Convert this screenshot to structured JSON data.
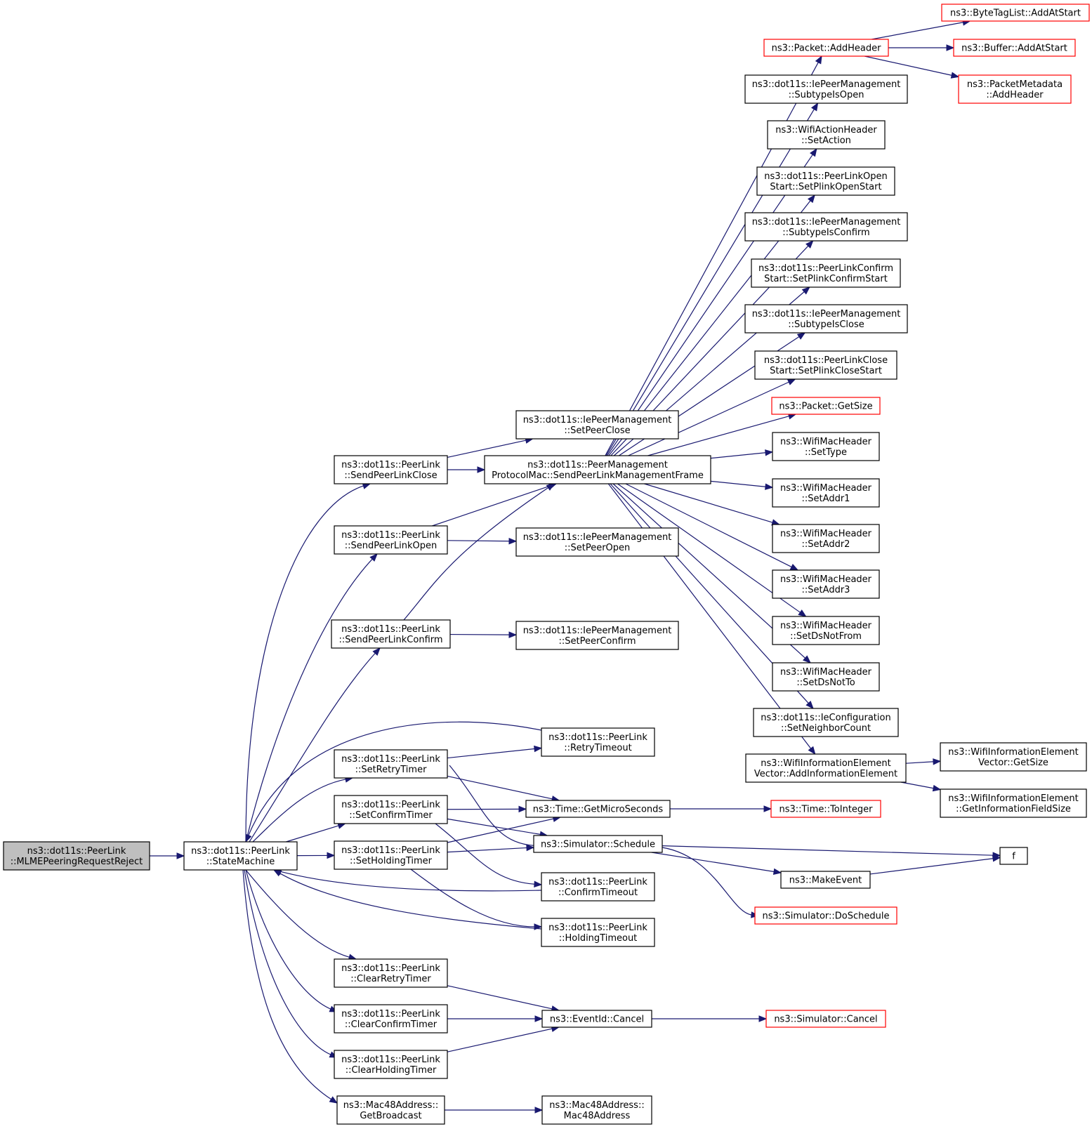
{
  "colors": {
    "edge": "#191970",
    "node_border": "#000000",
    "node_border_external": "#ff0000",
    "node_fill": "#ffffff",
    "root_fill": "#bfbfbf"
  },
  "nodes": {
    "mlme_reject": {
      "lines": [
        "ns3::dot11s::PeerLink",
        "::MLMEPeeringRequestReject"
      ],
      "style": "root"
    },
    "state_machine": {
      "lines": [
        "ns3::dot11s::PeerLink",
        "::StateMachine"
      ],
      "style": "normal"
    },
    "send_close": {
      "lines": [
        "ns3::dot11s::PeerLink",
        "::SendPeerLinkClose"
      ],
      "style": "normal"
    },
    "send_open": {
      "lines": [
        "ns3::dot11s::PeerLink",
        "::SendPeerLinkOpen"
      ],
      "style": "normal"
    },
    "send_confirm": {
      "lines": [
        "ns3::dot11s::PeerLink",
        "::SendPeerLinkConfirm"
      ],
      "style": "normal"
    },
    "set_retry": {
      "lines": [
        "ns3::dot11s::PeerLink",
        "::SetRetryTimer"
      ],
      "style": "normal"
    },
    "set_confirm": {
      "lines": [
        "ns3::dot11s::PeerLink",
        "::SetConfirmTimer"
      ],
      "style": "normal"
    },
    "set_holding": {
      "lines": [
        "ns3::dot11s::PeerLink",
        "::SetHoldingTimer"
      ],
      "style": "normal"
    },
    "clear_retry": {
      "lines": [
        "ns3::dot11s::PeerLink",
        "::ClearRetryTimer"
      ],
      "style": "normal"
    },
    "clear_confirm": {
      "lines": [
        "ns3::dot11s::PeerLink",
        "::ClearConfirmTimer"
      ],
      "style": "normal"
    },
    "clear_holding": {
      "lines": [
        "ns3::dot11s::PeerLink",
        "::ClearHoldingTimer"
      ],
      "style": "normal"
    },
    "get_broadcast": {
      "lines": [
        "ns3::Mac48Address::",
        "GetBroadcast"
      ],
      "style": "normal"
    },
    "set_peer_close": {
      "lines": [
        "ns3::dot11s::IePeerManagement",
        "::SetPeerClose"
      ],
      "style": "normal"
    },
    "send_mgmt_frame": {
      "lines": [
        "ns3::dot11s::PeerManagement",
        "ProtocolMac::SendPeerLinkManagementFrame"
      ],
      "style": "normal"
    },
    "set_peer_open": {
      "lines": [
        "ns3::dot11s::IePeerManagement",
        "::SetPeerOpen"
      ],
      "style": "normal"
    },
    "set_peer_confirm": {
      "lines": [
        "ns3::dot11s::IePeerManagement",
        "::SetPeerConfirm"
      ],
      "style": "normal"
    },
    "retry_timeout": {
      "lines": [
        "ns3::dot11s::PeerLink",
        "::RetryTimeout"
      ],
      "style": "normal"
    },
    "get_micro": {
      "lines": [
        "ns3::Time::GetMicroSeconds"
      ],
      "style": "normal"
    },
    "sim_schedule": {
      "lines": [
        "ns3::Simulator::Schedule"
      ],
      "style": "normal"
    },
    "confirm_timeout": {
      "lines": [
        "ns3::dot11s::PeerLink",
        "::ConfirmTimeout"
      ],
      "style": "normal"
    },
    "holding_timeout": {
      "lines": [
        "ns3::dot11s::PeerLink",
        "::HoldingTimeout"
      ],
      "style": "normal"
    },
    "event_cancel": {
      "lines": [
        "ns3::EventId::Cancel"
      ],
      "style": "normal"
    },
    "mac48_ctor": {
      "lines": [
        "ns3::Mac48Address::",
        "Mac48Address"
      ],
      "style": "normal"
    },
    "packet_addheader": {
      "lines": [
        "ns3::Packet::AddHeader"
      ],
      "style": "external"
    },
    "subtype_open": {
      "lines": [
        "ns3::dot11s::IePeerManagement",
        "::SubtypeIsOpen"
      ],
      "style": "normal"
    },
    "set_action": {
      "lines": [
        "ns3::WifiActionHeader",
        "::SetAction"
      ],
      "style": "normal"
    },
    "plink_open_start": {
      "lines": [
        "ns3::dot11s::PeerLinkOpen",
        "Start::SetPlinkOpenStart"
      ],
      "style": "normal"
    },
    "subtype_confirm": {
      "lines": [
        "ns3::dot11s::IePeerManagement",
        "::SubtypeIsConfirm"
      ],
      "style": "normal"
    },
    "plink_confirm_start": {
      "lines": [
        "ns3::dot11s::PeerLinkConfirm",
        "Start::SetPlinkConfirmStart"
      ],
      "style": "normal"
    },
    "subtype_close": {
      "lines": [
        "ns3::dot11s::IePeerManagement",
        "::SubtypeIsClose"
      ],
      "style": "normal"
    },
    "plink_close_start": {
      "lines": [
        "ns3::dot11s::PeerLinkClose",
        "Start::SetPlinkCloseStart"
      ],
      "style": "normal"
    },
    "packet_getsize": {
      "lines": [
        "ns3::Packet::GetSize"
      ],
      "style": "external"
    },
    "set_type": {
      "lines": [
        "ns3::WifiMacHeader",
        "::SetType"
      ],
      "style": "normal"
    },
    "set_addr1": {
      "lines": [
        "ns3::WifiMacHeader",
        "::SetAddr1"
      ],
      "style": "normal"
    },
    "set_addr2": {
      "lines": [
        "ns3::WifiMacHeader",
        "::SetAddr2"
      ],
      "style": "normal"
    },
    "set_addr3": {
      "lines": [
        "ns3::WifiMacHeader",
        "::SetAddr3"
      ],
      "style": "normal"
    },
    "set_ds_not_from": {
      "lines": [
        "ns3::WifiMacHeader",
        "::SetDsNotFrom"
      ],
      "style": "normal"
    },
    "set_ds_not_to": {
      "lines": [
        "ns3::WifiMacHeader",
        "::SetDsNotTo"
      ],
      "style": "normal"
    },
    "set_neighbor_count": {
      "lines": [
        "ns3::dot11s::IeConfiguration",
        "::SetNeighborCount"
      ],
      "style": "normal"
    },
    "add_info_element": {
      "lines": [
        "ns3::WifiInformationElement",
        "Vector::AddInformationElement"
      ],
      "style": "normal"
    },
    "time_tointeger": {
      "lines": [
        "ns3::Time::ToInteger"
      ],
      "style": "external"
    },
    "make_event": {
      "lines": [
        "ns3::MakeEvent"
      ],
      "style": "normal"
    },
    "sim_doschedule": {
      "lines": [
        "ns3::Simulator::DoSchedule"
      ],
      "style": "external"
    },
    "sim_cancel": {
      "lines": [
        "ns3::Simulator::Cancel"
      ],
      "style": "external"
    },
    "bytetaglist_add": {
      "lines": [
        "ns3::ByteTagList::AddAtStart"
      ],
      "style": "external"
    },
    "buffer_add": {
      "lines": [
        "ns3::Buffer::AddAtStart"
      ],
      "style": "external"
    },
    "packetmetadata_add": {
      "lines": [
        "ns3::PacketMetadata",
        "::AddHeader"
      ],
      "style": "external"
    },
    "info_getsize": {
      "lines": [
        "ns3::WifiInformationElement",
        "Vector::GetSize"
      ],
      "style": "normal"
    },
    "info_fieldsize": {
      "lines": [
        "ns3::WifiInformationElement",
        "::GetInformationFieldSize"
      ],
      "style": "normal"
    },
    "f": {
      "lines": [
        "f"
      ],
      "style": "normal"
    }
  },
  "edges": [
    [
      "mlme_reject",
      "state_machine"
    ],
    [
      "state_machine",
      "send_close"
    ],
    [
      "state_machine",
      "send_open"
    ],
    [
      "state_machine",
      "send_confirm"
    ],
    [
      "state_machine",
      "set_retry"
    ],
    [
      "state_machine",
      "set_confirm"
    ],
    [
      "state_machine",
      "set_holding"
    ],
    [
      "state_machine",
      "clear_retry"
    ],
    [
      "state_machine",
      "clear_confirm"
    ],
    [
      "state_machine",
      "clear_holding"
    ],
    [
      "state_machine",
      "get_broadcast"
    ],
    [
      "retry_timeout",
      "state_machine"
    ],
    [
      "confirm_timeout",
      "state_machine"
    ],
    [
      "holding_timeout",
      "state_machine"
    ],
    [
      "send_close",
      "set_peer_close"
    ],
    [
      "send_close",
      "send_mgmt_frame"
    ],
    [
      "send_open",
      "send_mgmt_frame"
    ],
    [
      "send_open",
      "set_peer_open"
    ],
    [
      "send_confirm",
      "send_mgmt_frame"
    ],
    [
      "send_confirm",
      "set_peer_confirm"
    ],
    [
      "set_retry",
      "retry_timeout"
    ],
    [
      "set_retry",
      "get_micro"
    ],
    [
      "set_retry",
      "sim_schedule"
    ],
    [
      "set_confirm",
      "get_micro"
    ],
    [
      "set_confirm",
      "sim_schedule"
    ],
    [
      "set_confirm",
      "confirm_timeout"
    ],
    [
      "set_holding",
      "get_micro"
    ],
    [
      "set_holding",
      "sim_schedule"
    ],
    [
      "set_holding",
      "holding_timeout"
    ],
    [
      "clear_retry",
      "event_cancel"
    ],
    [
      "clear_confirm",
      "event_cancel"
    ],
    [
      "clear_holding",
      "event_cancel"
    ],
    [
      "get_broadcast",
      "mac48_ctor"
    ],
    [
      "get_micro",
      "time_tointeger"
    ],
    [
      "sim_schedule",
      "f"
    ],
    [
      "sim_schedule",
      "make_event"
    ],
    [
      "sim_schedule",
      "sim_doschedule"
    ],
    [
      "make_event",
      "f"
    ],
    [
      "event_cancel",
      "sim_cancel"
    ],
    [
      "send_mgmt_frame",
      "packet_addheader"
    ],
    [
      "send_mgmt_frame",
      "subtype_open"
    ],
    [
      "send_mgmt_frame",
      "set_action"
    ],
    [
      "send_mgmt_frame",
      "plink_open_start"
    ],
    [
      "send_mgmt_frame",
      "subtype_confirm"
    ],
    [
      "send_mgmt_frame",
      "plink_confirm_start"
    ],
    [
      "send_mgmt_frame",
      "subtype_close"
    ],
    [
      "send_mgmt_frame",
      "plink_close_start"
    ],
    [
      "send_mgmt_frame",
      "packet_getsize"
    ],
    [
      "send_mgmt_frame",
      "set_type"
    ],
    [
      "send_mgmt_frame",
      "set_addr1"
    ],
    [
      "send_mgmt_frame",
      "set_addr2"
    ],
    [
      "send_mgmt_frame",
      "set_addr3"
    ],
    [
      "send_mgmt_frame",
      "set_ds_not_from"
    ],
    [
      "send_mgmt_frame",
      "set_ds_not_to"
    ],
    [
      "send_mgmt_frame",
      "set_neighbor_count"
    ],
    [
      "send_mgmt_frame",
      "add_info_element"
    ],
    [
      "packet_addheader",
      "bytetaglist_add"
    ],
    [
      "packet_addheader",
      "buffer_add"
    ],
    [
      "packet_addheader",
      "packetmetadata_add"
    ],
    [
      "add_info_element",
      "info_getsize"
    ],
    [
      "add_info_element",
      "info_fieldsize"
    ]
  ]
}
